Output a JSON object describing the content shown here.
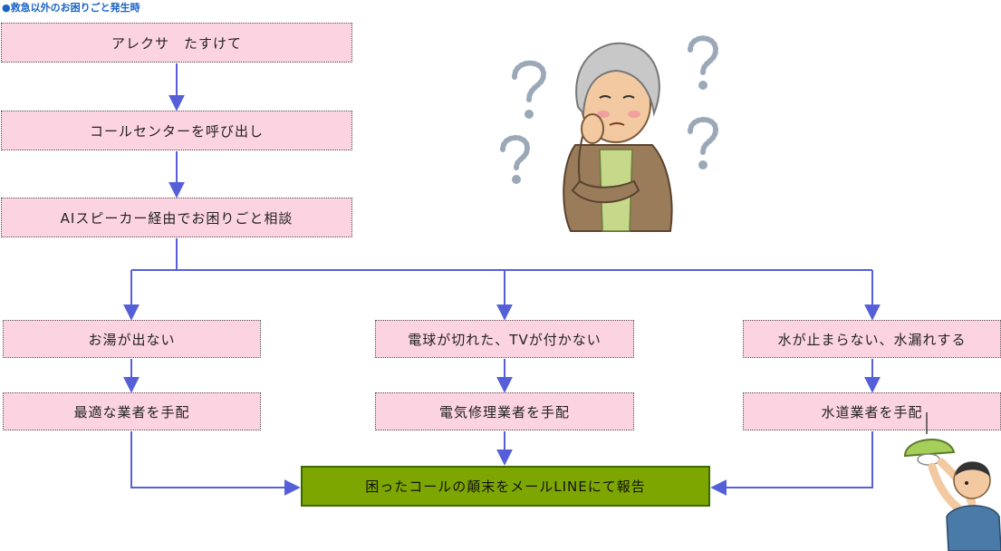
{
  "caption": "●救急以外のお困りごと発生時",
  "steps": {
    "alexa": "アレクサ　たすけて",
    "call_center": "コールセンターを呼び出し",
    "consult": "AIスピーカー経由でお困りごと相談"
  },
  "branches": [
    {
      "problem": "お湯が出ない",
      "action": "最適な業者を手配"
    },
    {
      "problem": "電球が切れた、TVが付かない",
      "action": "電気修理業者を手配"
    },
    {
      "problem": "水が止まらない、水漏れする",
      "action": "水道業者を手配"
    }
  ],
  "final": "困ったコールの顛末をメールLINEにて報告",
  "colors": {
    "box_fill": "#fcd3e1",
    "final_fill": "#7ea600",
    "arrow": "#5560d8",
    "caption": "#1a63c6"
  }
}
